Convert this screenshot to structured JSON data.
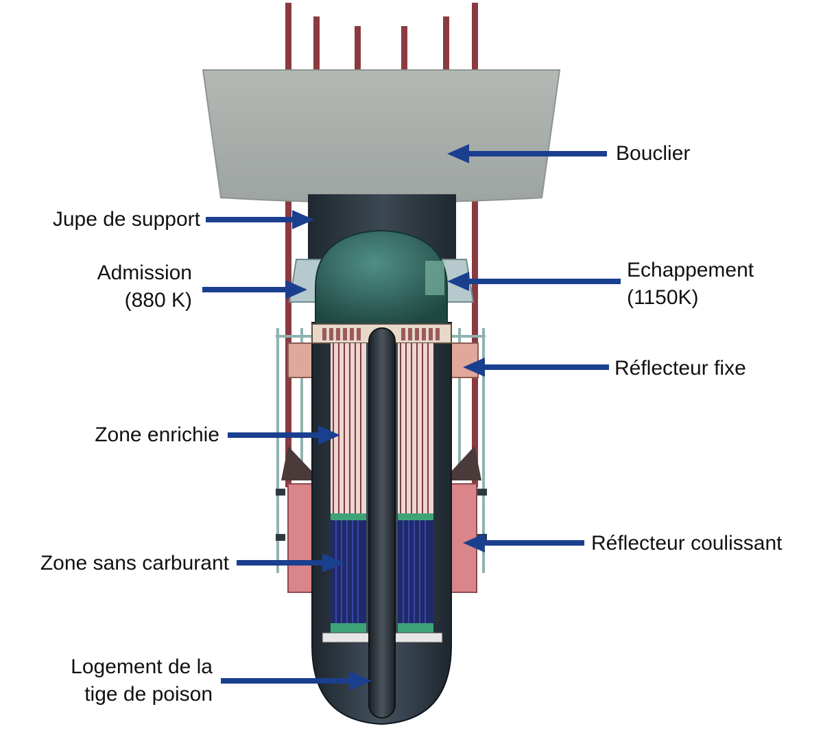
{
  "colors": {
    "arrow": "#1b3f8f",
    "shield": "#a9afab",
    "rods": "#8a3a40",
    "vessel": "#2f3a44",
    "dome": "#2f6b63",
    "fuel_light": "#efd6cf",
    "fuel_dark": "#202a6a",
    "reflector": "#d9858a",
    "green_band": "#3fa37a"
  },
  "labels": {
    "bouclier": "Bouclier",
    "jupe": "Jupe de support",
    "admission_1": "Admission",
    "admission_2": "(880 K)",
    "echappement_1": "Echappement",
    "echappement_2": "(1150K)",
    "reflecteur_fixe": "Réflecteur fixe",
    "zone_enrichie": "Zone enrichie",
    "reflecteur_coulissant": "Réflecteur coulissant",
    "zone_sans_carburant": "Zone sans carburant",
    "logement_1": "Logement de la",
    "logement_2": "tige de poison"
  }
}
